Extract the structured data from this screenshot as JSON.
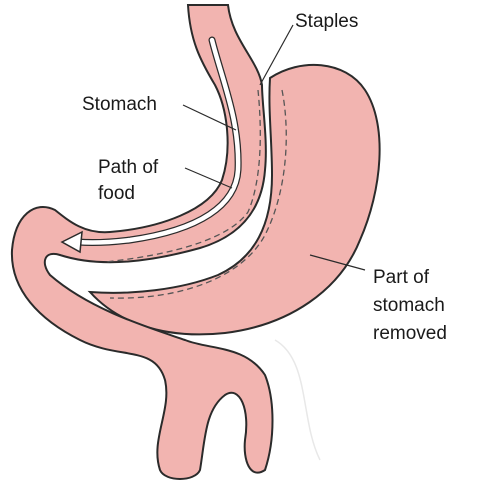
{
  "labels": {
    "staples": "Staples",
    "stomach": "Stomach",
    "path_of_food_line1": "Path of",
    "path_of_food_line2": "food",
    "removed_line1": "Part of",
    "removed_line2": "stomach",
    "removed_line3": "removed"
  },
  "colors": {
    "tissue_fill": "#f2b4b0",
    "outline": "#2b2b2b",
    "food_path": "#ffffff",
    "background": "#ffffff"
  }
}
